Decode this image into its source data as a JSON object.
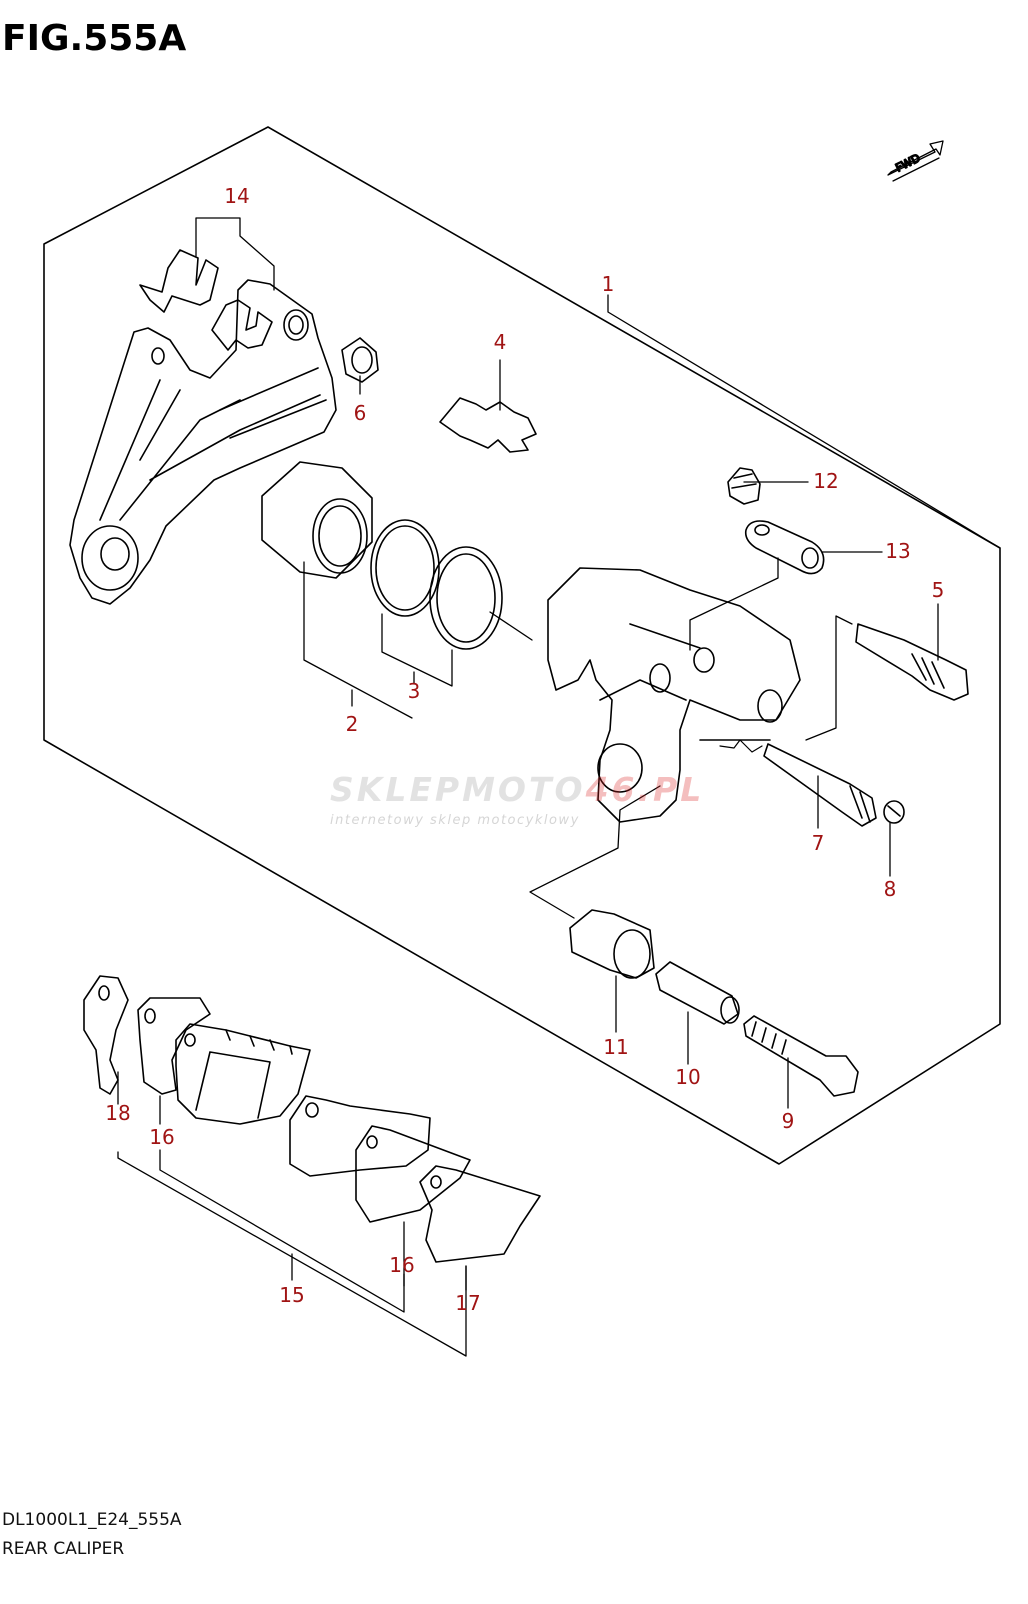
{
  "figure": {
    "title": "FIG.555A",
    "model_code": "DL1000L1_E24_555A",
    "name": "REAR CALIPER"
  },
  "fwd_label": "FWD",
  "callouts": [
    "1",
    "2",
    "3",
    "4",
    "5",
    "6",
    "7",
    "8",
    "9",
    "10",
    "11",
    "12",
    "13",
    "14",
    "15",
    "16",
    "16",
    "17",
    "18"
  ],
  "watermark": {
    "brand_a": "SKLEPMOTO",
    "brand_b": "46.PL",
    "tagline": "internetowy sklep motocyklowy"
  },
  "colors": {
    "callout": "#a01414",
    "line": "#000000"
  }
}
